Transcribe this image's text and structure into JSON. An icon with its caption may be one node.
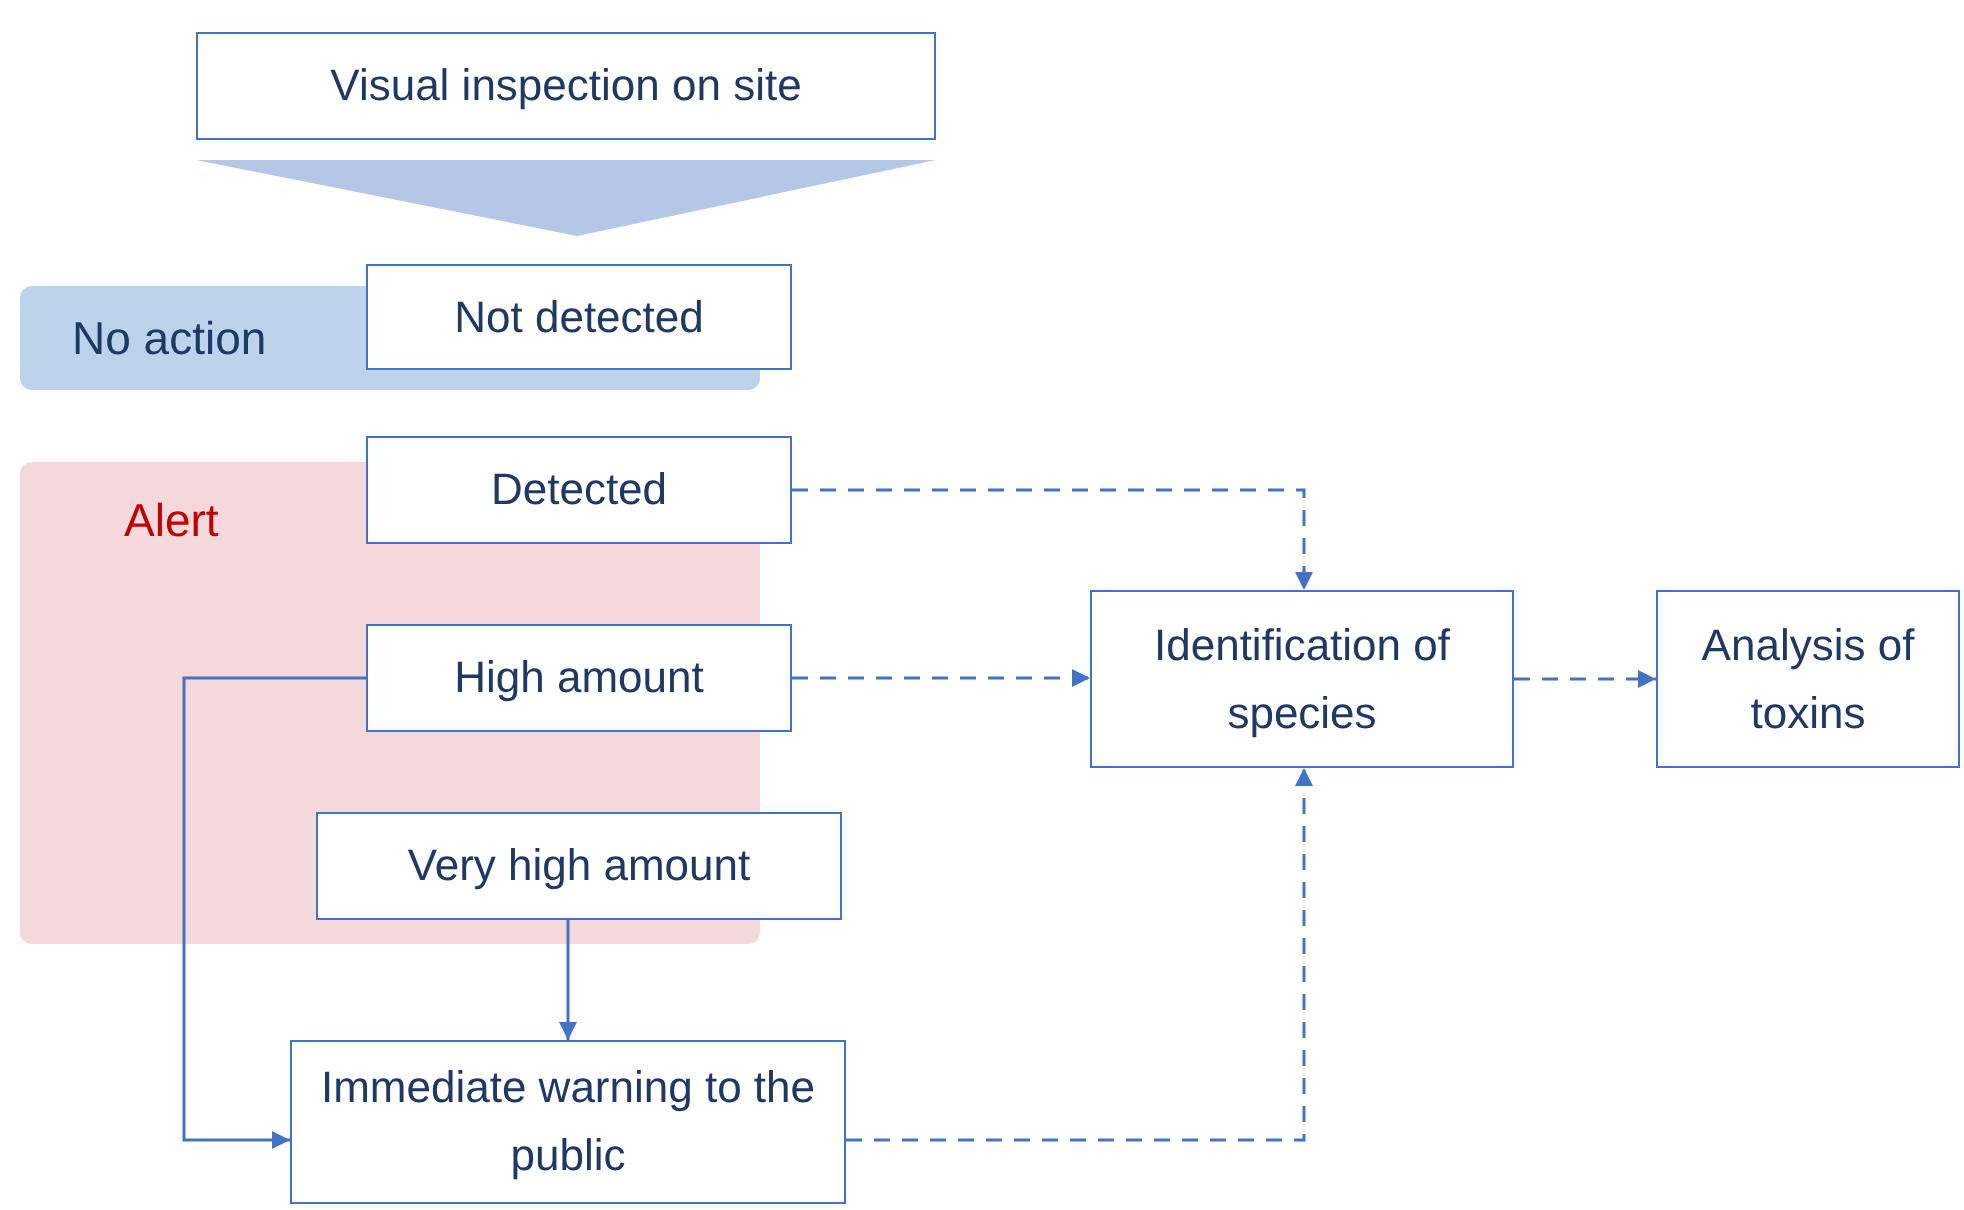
{
  "diagram": {
    "nodes": [
      {
        "text": [
          "Visual inspection on site"
        ]
      },
      {
        "text": [],
        "shape": "triangle"
      },
      {
        "text": [
          "No action"
        ]
      },
      {
        "text": [
          "Not detected"
        ]
      },
      {
        "text": [
          "Alert"
        ]
      },
      {
        "text": [
          "Detected"
        ]
      },
      {
        "text": [
          "High amount"
        ]
      },
      {
        "text": [
          "Very high amount"
        ]
      },
      {
        "text": [
          "Immediate warning to the public"
        ]
      },
      {
        "text": [
          "Identification of species"
        ]
      },
      {
        "text": [
          "Analysis of toxins"
        ]
      }
    ],
    "edges": [
      {
        "from": 5,
        "to": 9,
        "arrow": "to",
        "style": "dashed"
      },
      {
        "from": 6,
        "to": 9,
        "arrow": "to",
        "style": "dashed"
      },
      {
        "from": 9,
        "to": 10,
        "arrow": "to",
        "style": "dashed"
      },
      {
        "from": 7,
        "to": 8,
        "arrow": "to"
      },
      {
        "from": 6,
        "to": 8,
        "arrow": "to"
      },
      {
        "from": 8,
        "to": 9,
        "arrow": "to",
        "style": "dashed"
      }
    ]
  }
}
